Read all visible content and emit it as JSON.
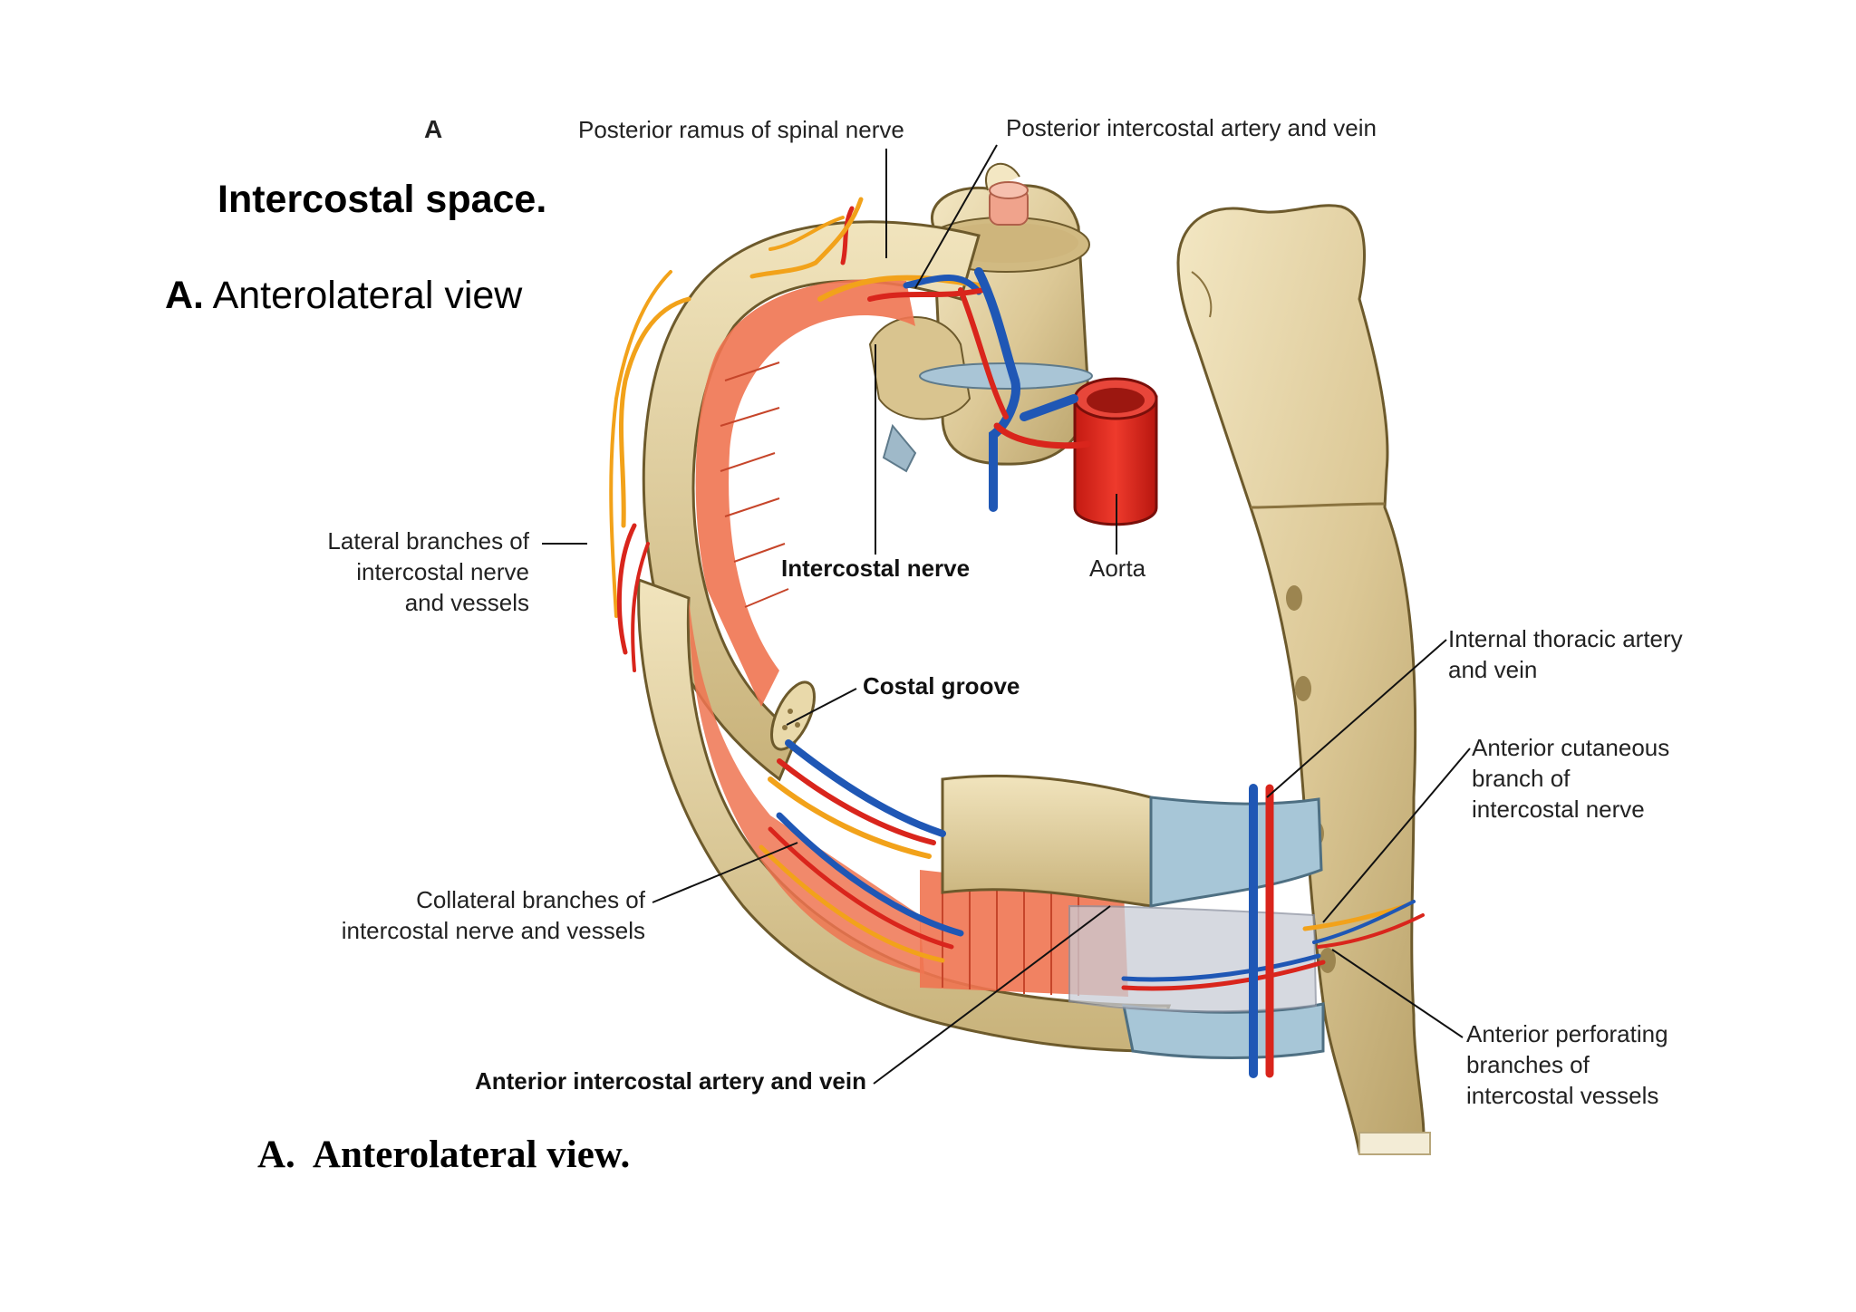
{
  "slide": {
    "title": "Intercostal space.",
    "subtitle_prefix": "A.",
    "subtitle_text": " Anterolateral view",
    "caption": "A.  Anterolateral view."
  },
  "figure": {
    "panel_letter": "A",
    "labels": {
      "posterior_ramus": "Posterior ramus of spinal nerve",
      "posterior_intercostal": "Posterior intercostal artery and vein",
      "lateral_branches": [
        "Lateral branches of",
        "intercostal nerve",
        "and vessels"
      ],
      "intercostal_nerve": "Intercostal nerve",
      "aorta": "Aorta",
      "internal_thoracic": [
        "Internal thoracic artery",
        "and vein"
      ],
      "costal_groove": "Costal groove",
      "anterior_cutaneous": [
        "Anterior cutaneous",
        "branch of",
        "intercostal nerve"
      ],
      "collateral_branches": [
        "Collateral branches of",
        "intercostal nerve and vessels"
      ],
      "anterior_perforating": [
        "Anterior perforating",
        "branches of",
        "intercostal vessels"
      ],
      "anterior_intercostal": "Anterior intercostal artery and vein"
    },
    "colors": {
      "bone": "#e6d6a8",
      "bone_shadow": "#b9a26a",
      "muscle": "#ef7451",
      "artery": "#d9251c",
      "vein": "#1f57b5",
      "nerve": "#f2a21a",
      "cartilage": "#a7c6d7",
      "membrane": "#c9cdd6"
    }
  }
}
